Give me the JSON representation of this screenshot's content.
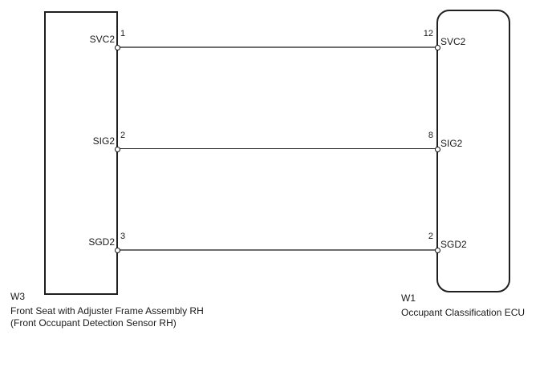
{
  "diagram": {
    "colors": {
      "wire_gray": "#6d6d6d",
      "wire_dark": "#2b2b2b",
      "outline": "#1f1f1f",
      "background": "#ffffff"
    },
    "left_component": {
      "id": "W3",
      "name_line1": "Front Seat with Adjuster Frame Assembly RH",
      "name_line2": "(Front Occupant Detection Sensor RH)",
      "pins": [
        {
          "number": "1",
          "label": "SVC2"
        },
        {
          "number": "2",
          "label": "SIG2"
        },
        {
          "number": "3",
          "label": "SGD2"
        }
      ]
    },
    "right_component": {
      "id": "W1",
      "name_line1": "Occupant Classification ECU",
      "pins": [
        {
          "number": "12",
          "label": "SVC2"
        },
        {
          "number": "8",
          "label": "SIG2"
        },
        {
          "number": "2",
          "label": "SGD2"
        }
      ]
    },
    "wires": [
      {
        "from": "W3 pin 1 SVC2",
        "to": "W1 pin 12 SVC2",
        "style": "gray"
      },
      {
        "from": "W3 pin 2 SIG2",
        "to": "W1 pin 8 SIG2",
        "style": "dark"
      },
      {
        "from": "W3 pin 3 SGD2",
        "to": "W1 pin 2 SGD2",
        "style": "gray"
      }
    ]
  }
}
